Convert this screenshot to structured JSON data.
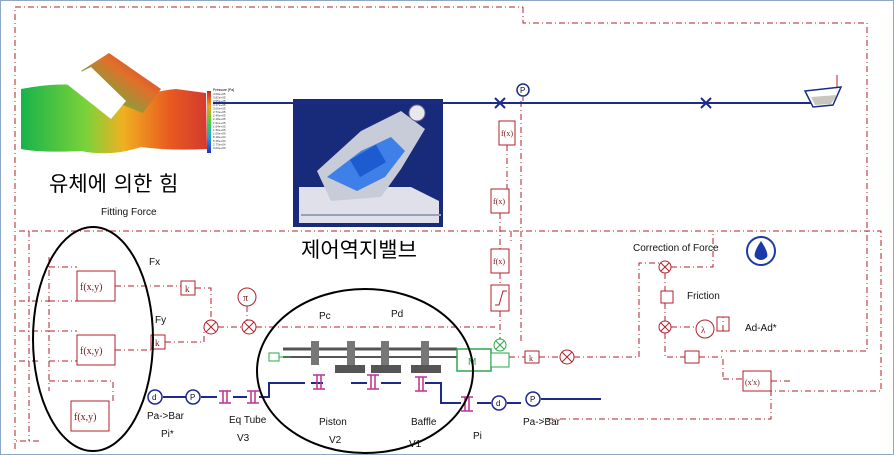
{
  "title_korean_force": "유체에 의한 힘",
  "title_korean_valve": "제어역지밸브",
  "labels": {
    "fitting_force": "Fitting Force",
    "fx": "Fx",
    "fy": "Fy",
    "correction_of_force": "Correction of Force",
    "friction": "Friction",
    "ad_ad": "Ad-Ad*",
    "pc": "Pc",
    "pd": "Pd",
    "pa_bar_left": "Pa->Bar",
    "pi_star": "Pi*",
    "eq_tube": "Eq Tube",
    "v3": "V3",
    "piston": "Piston",
    "v2": "V2",
    "baffle": "Baffle",
    "v1": "V1",
    "pi": "Pi",
    "pa_bar_right": "Pa->Bar"
  },
  "block_text": {
    "fxy": "f(x,y)",
    "fx": "f(x)",
    "k": "k",
    "p": "P",
    "d": "d",
    "m": "M",
    "pi_sym": "π",
    "lambda": "λ",
    "xdot": "(x'x)"
  },
  "legend": {
    "title": "Pressure [Pa]",
    "values": [
      "4.09e+05",
      "3.82e+05",
      "3.55e+05",
      "3.27e+05",
      "3.00e+05",
      "2.73e+05",
      "2.46e+05",
      "2.18e+05",
      "1.91e+05",
      "1.64e+05",
      "1.36e+05",
      "1.09e+05",
      "8.18e+04",
      "5.45e+04",
      "2.73e+04",
      "0.00e+00"
    ]
  },
  "colors": {
    "signal": "#b0202a",
    "hydraulic": "#1d2a8c",
    "valve_blue": "#1e6fe0",
    "mass_green": "#2aa84a"
  }
}
